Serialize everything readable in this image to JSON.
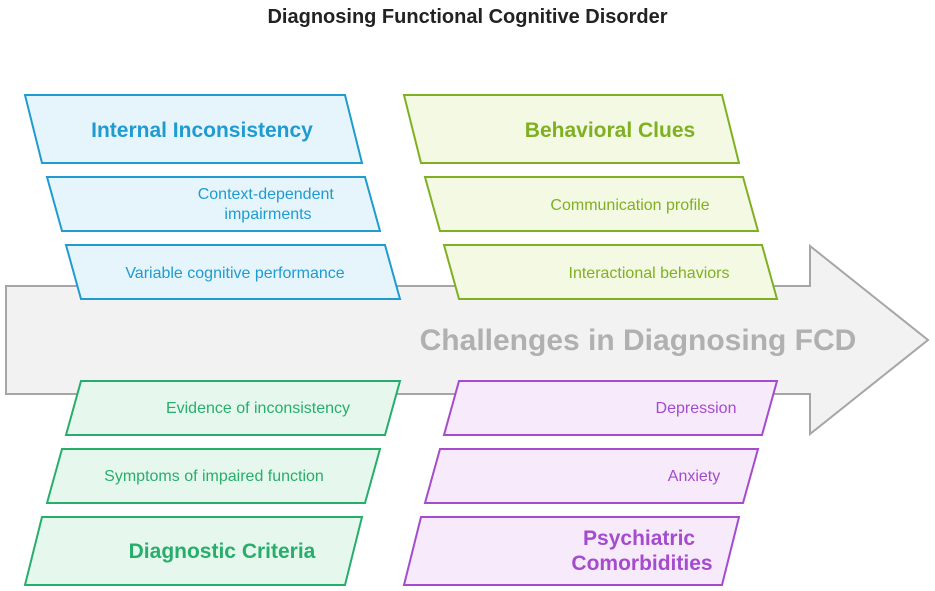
{
  "title": "Diagnosing Functional Cognitive Disorder",
  "center_label": "Challenges in Diagnosing FCD",
  "colors": {
    "arrow_fill": "#f2f2f2",
    "arrow_stroke": "#a6a6a6",
    "blue": "#1f9bd0",
    "blue_fill": "#e6f5fc",
    "green_lime": "#7fb022",
    "lime_fill": "#f4f9e3",
    "green": "#27ae6b",
    "green_fill": "#e6f8ee",
    "purple": "#a54bcd",
    "purple_fill": "#f6eafb"
  },
  "groups": {
    "internal_inconsistency": {
      "heading": "Internal Inconsistency",
      "items": [
        "Context-dependent impairments",
        "Variable cognitive performance"
      ]
    },
    "behavioral_clues": {
      "heading": "Behavioral Clues",
      "items": [
        "Communication profile",
        "Interactional behaviors"
      ]
    },
    "diagnostic_criteria": {
      "heading": "Diagnostic Criteria",
      "items": [
        "Evidence of inconsistency",
        "Symptoms of impaired function"
      ]
    },
    "psychiatric_comorbidities": {
      "heading": "Psychiatric Comorbidities",
      "items": [
        "Depression",
        "Anxiety"
      ]
    }
  }
}
